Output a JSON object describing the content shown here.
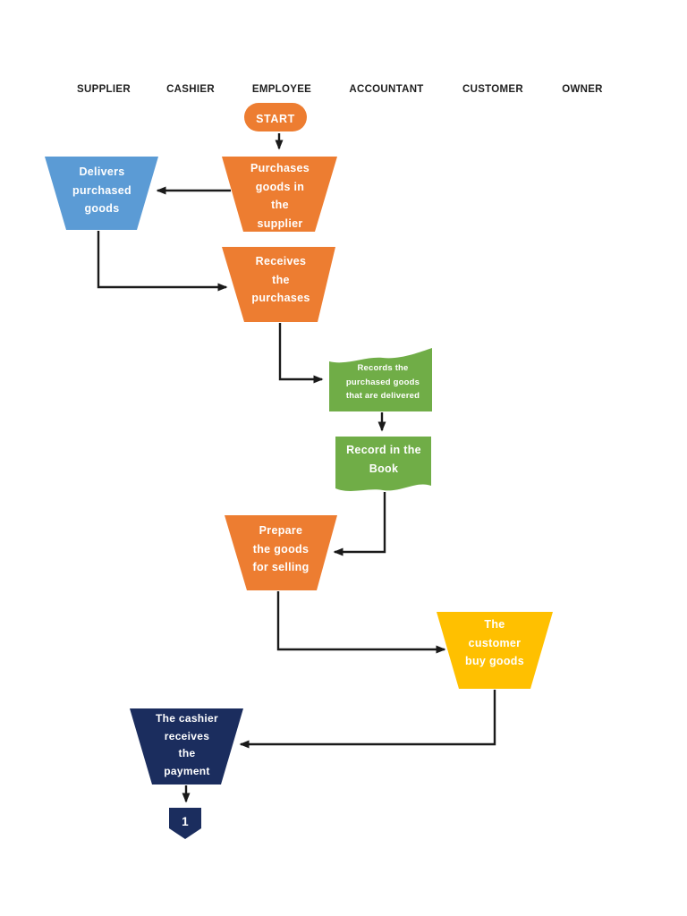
{
  "document": {
    "type": "swimlane-flowchart",
    "lane_headers": [
      "SUPPLIER",
      "CASHIER",
      "EMPLOYEE",
      "ACCOUNTANT",
      "CUSTOMER",
      "OWNER"
    ]
  },
  "colors": {
    "orange": "#ED7D31",
    "blue": "#5B9BD5",
    "green": "#70AD47",
    "yellow": "#FFC000",
    "navy": "#1B2D5E",
    "arrow": "#1A1A1A",
    "header_text": "#1F1F1F",
    "shape_text": "#FFFFFF"
  },
  "nodes": {
    "start": "START",
    "purchases": "Purchases\ngoods in\nthe\nsupplier",
    "delivers": "Delivers\npurchased\ngoods",
    "receives": "Receives\nthe\npurchases",
    "records": "Records the\npurchased goods\nthat are delivered",
    "record_book": "Record in the\nBook",
    "prepare": "Prepare\nthe goods\nfor selling",
    "customer_buy": "The\ncustomer\nbuy goods",
    "cashier_payment": "The cashier\nreceives\nthe\npayment",
    "offpage_connector": "1"
  }
}
